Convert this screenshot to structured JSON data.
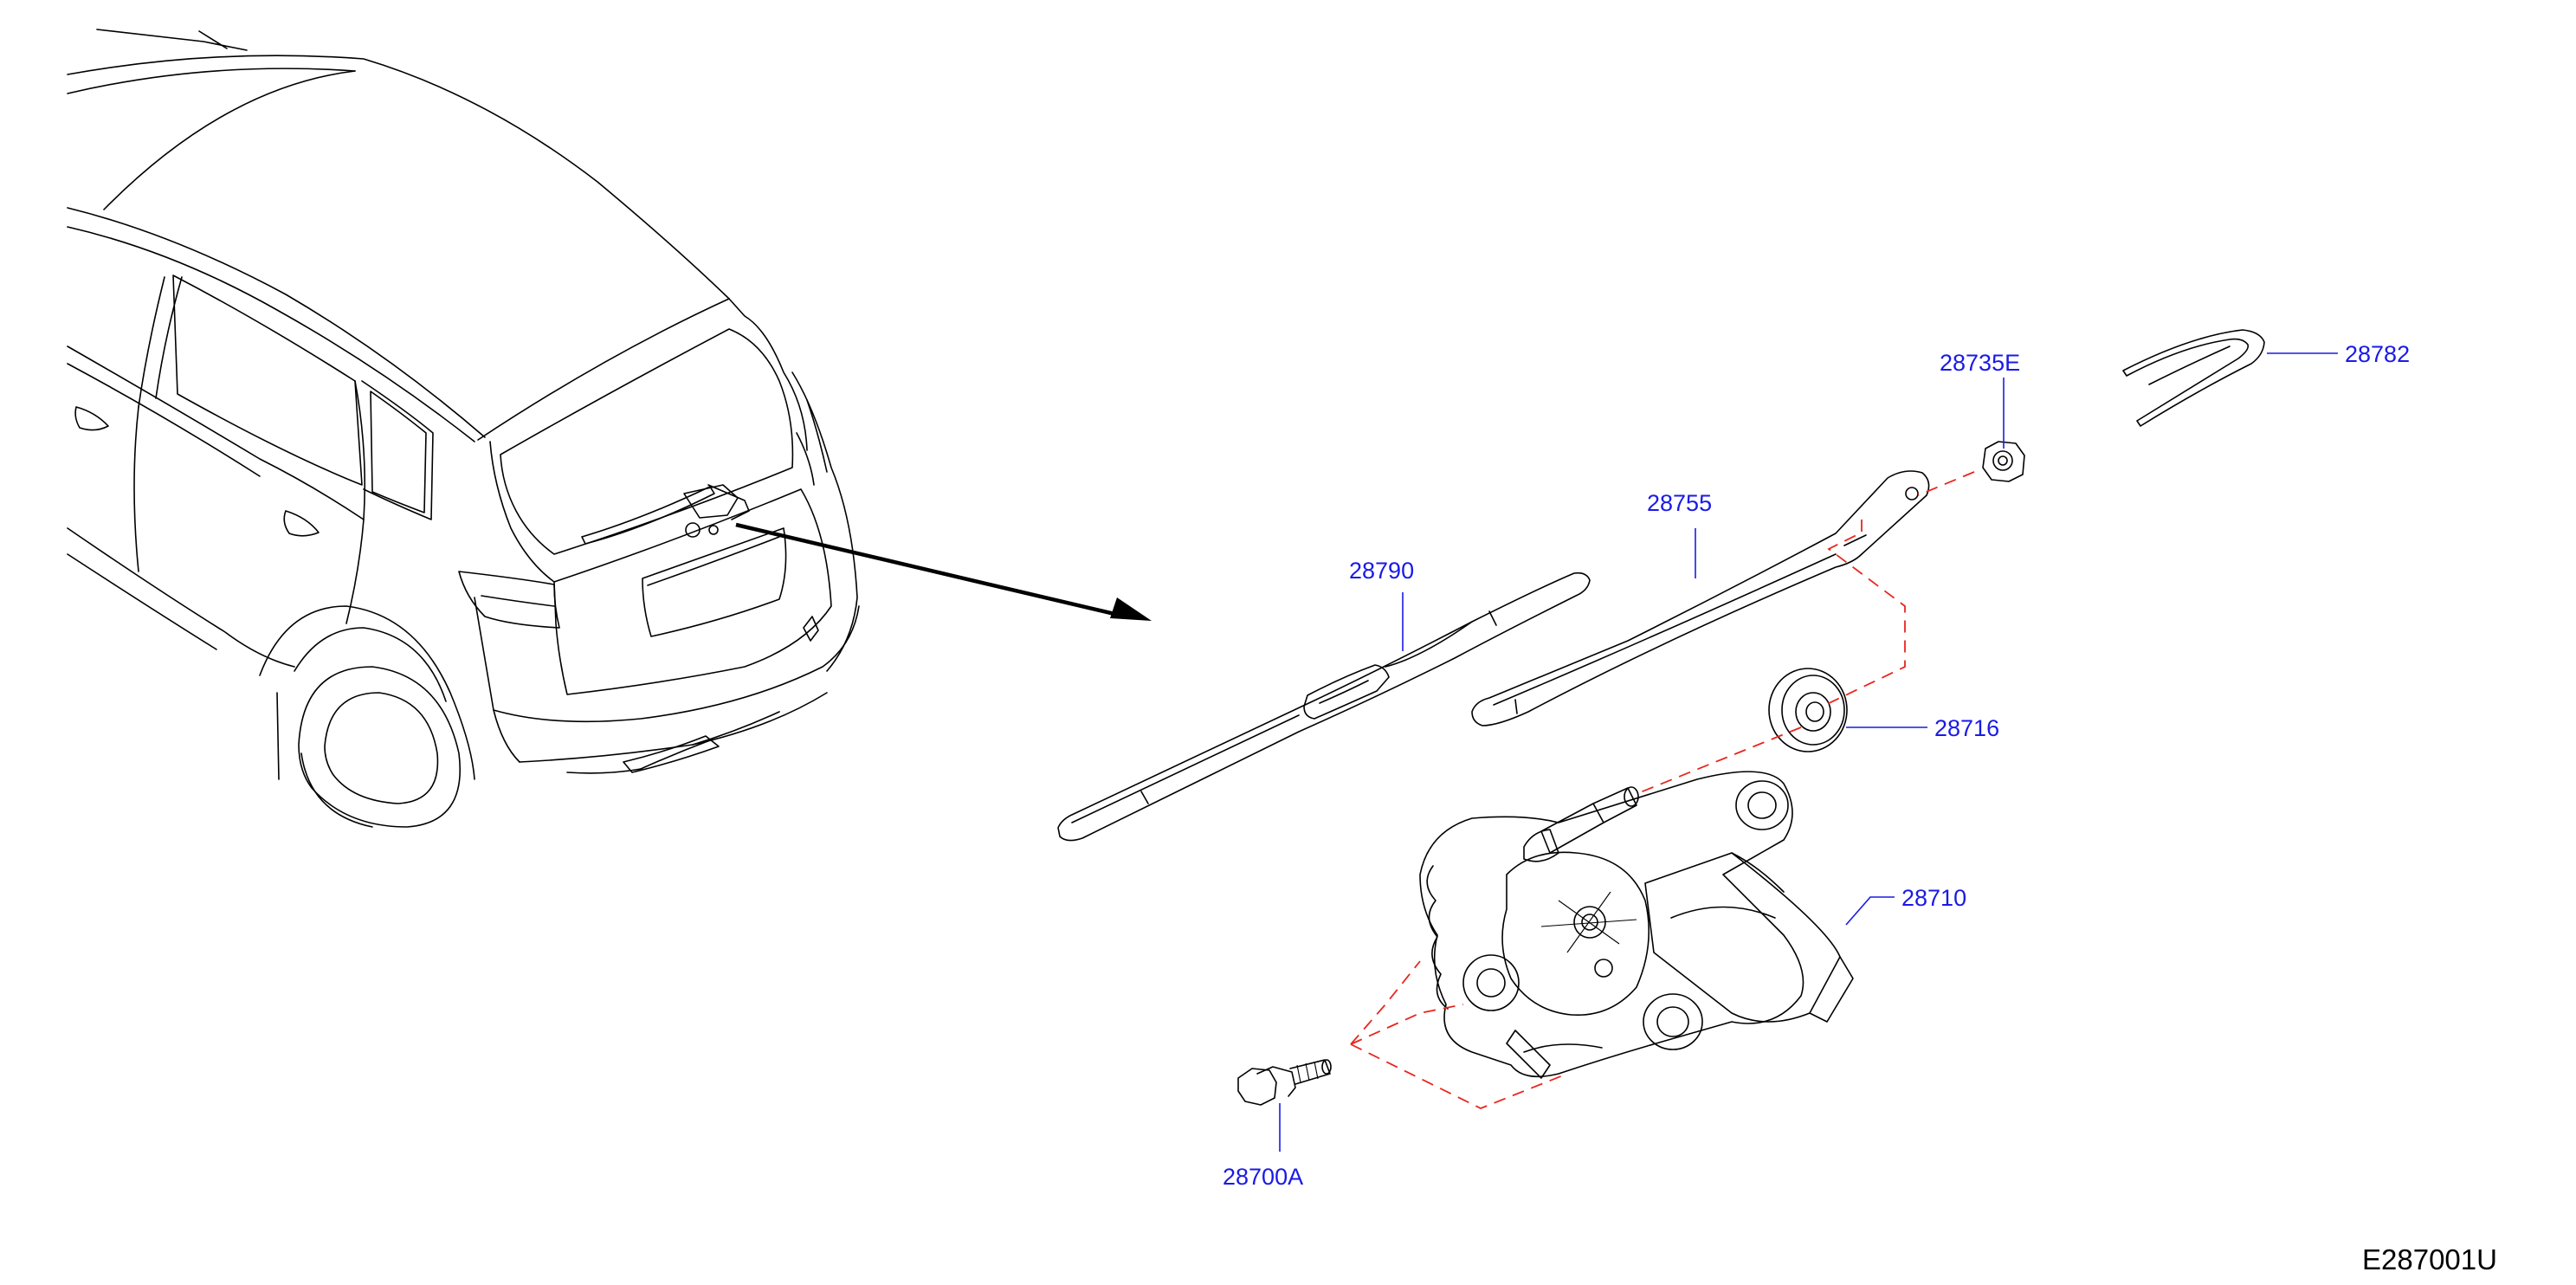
{
  "diagram": {
    "diagram_id": "E287001U",
    "colors": {
      "label": "#1a1ae6",
      "leader": "#1a1ae6",
      "hidden_line": "#e8261f",
      "outline": "#000000",
      "background": "#ffffff"
    },
    "parts": [
      {
        "part_no": "28782",
        "component": "wiper arm head cap"
      },
      {
        "part_no": "28735E",
        "component": "wiper arm nut"
      },
      {
        "part_no": "28755",
        "component": "rear wiper arm"
      },
      {
        "part_no": "28790",
        "component": "rear wiper blade"
      },
      {
        "part_no": "28716",
        "component": "pivot seal grommet"
      },
      {
        "part_no": "28710",
        "component": "rear wiper motor"
      },
      {
        "part_no": "28700A",
        "component": "motor mounting bolt"
      }
    ]
  }
}
